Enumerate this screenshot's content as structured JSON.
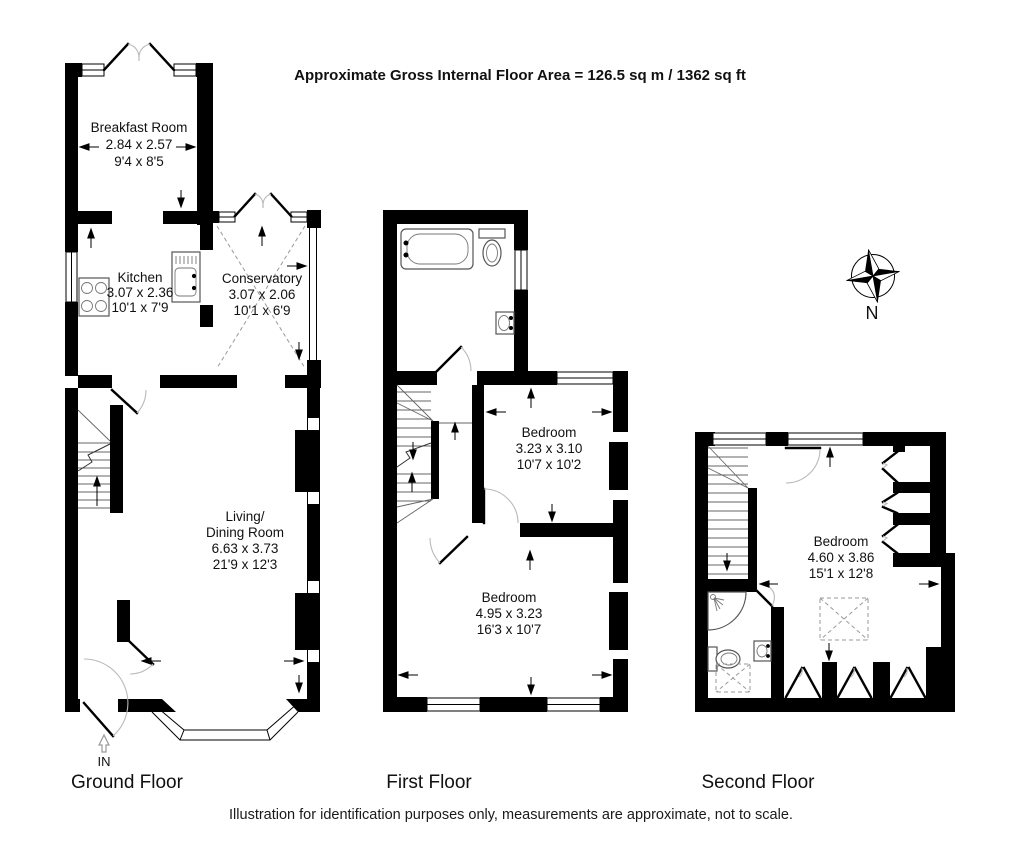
{
  "header": {
    "title": "Approximate Gross Internal Floor Area = 126.5 sq m / 1362 sq ft"
  },
  "footer": {
    "disclaimer": "Illustration for identification purposes only, measurements are approximate, not to scale."
  },
  "compass": {
    "label": "N"
  },
  "entrance": {
    "label": "IN"
  },
  "colors": {
    "walls": "#000000",
    "background": "#ffffff"
  },
  "floors": {
    "ground": {
      "label": "Ground Floor",
      "rooms": {
        "breakfast": {
          "name": "Breakfast Room",
          "metric": "2.84 x 2.57",
          "imperial": "9'4 x 8'5"
        },
        "kitchen": {
          "name": "Kitchen",
          "metric": "3.07 x 2.36",
          "imperial": "10'1 x 7'9"
        },
        "conservatory": {
          "name": "Conservatory",
          "metric": "3.07 x 2.06",
          "imperial": "10'1 x 6'9"
        },
        "living": {
          "name_lines": [
            "Living/",
            "Dining Room"
          ],
          "metric": "6.63 x 3.73",
          "imperial": "21'9 x 12'3"
        }
      }
    },
    "first": {
      "label": "First Floor",
      "rooms": {
        "bedroom_rear": {
          "name": "Bedroom",
          "metric": "3.23 x 3.10",
          "imperial": "10'7 x 10'2"
        },
        "bedroom_front": {
          "name": "Bedroom",
          "metric": "4.95 x 3.23",
          "imperial": "16'3 x 10'7"
        }
      }
    },
    "second": {
      "label": "Second Floor",
      "rooms": {
        "bedroom": {
          "name": "Bedroom",
          "metric": "4.60 x 3.86",
          "imperial": "15'1 x 12'8"
        }
      }
    }
  }
}
